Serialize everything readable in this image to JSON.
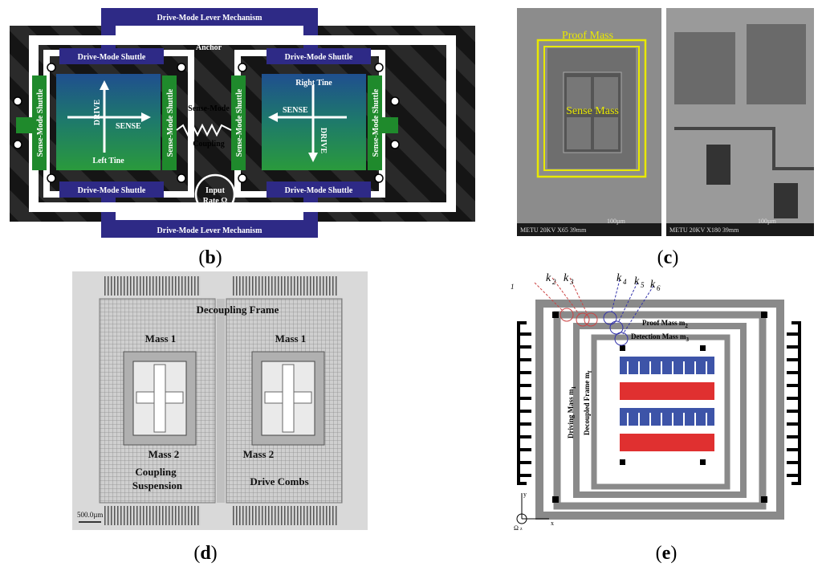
{
  "captions": {
    "b": "b",
    "c": "c",
    "d": "d",
    "e": "e"
  },
  "panel_b": {
    "lever_top": "Drive-Mode Lever Mechanism",
    "lever_bottom": "Drive-Mode Lever Mechanism",
    "anchor": "Anchor",
    "shuttle_tl": "Drive-Mode Shuttle",
    "shuttle_tr": "Drive-Mode Shuttle",
    "shuttle_bl": "Drive-Mode Shuttle",
    "shuttle_br": "Drive-Mode Shuttle",
    "sense_shuttle_1": "Sense-Mode Shuttle",
    "sense_shuttle_2": "Sense-Mode Shuttle",
    "sense_shuttle_3": "Sense-Mode Shuttle",
    "sense_shuttle_4": "Sense-Mode Shuttle",
    "left_drive": "DRIVE",
    "left_sense": "SENSE",
    "right_drive": "DRIVE",
    "right_sense": "SENSE",
    "left_tine": "Left Tine",
    "right_tine": "Right Tine",
    "coupling_1": "Sense-Mode",
    "coupling_2": "Coupling",
    "input_1": "Input",
    "input_2": "Rate Ω"
  },
  "panel_c": {
    "proof_mass": "Proof Mass",
    "sense_mass": "Sense Mass",
    "footer_left": "METU   20KV      X65  39mm",
    "footer_right": "METU   20KV      X180  39mm",
    "scale_left": "100µm",
    "scale_right": "100µm"
  },
  "panel_d": {
    "decoupling_frame": "Decoupling Frame",
    "mass1_left": "Mass 1",
    "mass1_right": "Mass 1",
    "mass2_left": "Mass 2",
    "mass2_right": "Mass 2",
    "coupling_1": "Coupling",
    "coupling_2": "Suspension",
    "drive_combs": "Drive Combs",
    "scale": "500.0µm"
  },
  "panel_e": {
    "k1": "k",
    "k1s": "1",
    "k2": "k",
    "k2s": "2",
    "k3": "k",
    "k3s": "3",
    "k4": "k",
    "k4s": "4",
    "k5": "k",
    "k5s": "5",
    "k6": "k",
    "k6s": "6",
    "proof_mass": "Proof Mass m",
    "proof_mass_sub": "2",
    "detection_mass": "Detection Mass m",
    "detection_mass_sub": "3",
    "driving_mass": "Driving Mass m",
    "driving_mass_sub": "1",
    "decoupled_frame": "Decoupled Frame m",
    "decoupled_frame_sub": "f",
    "axis_y": "y",
    "axis_x": "x",
    "axis_omega": "Ω",
    "axis_z": "z"
  }
}
